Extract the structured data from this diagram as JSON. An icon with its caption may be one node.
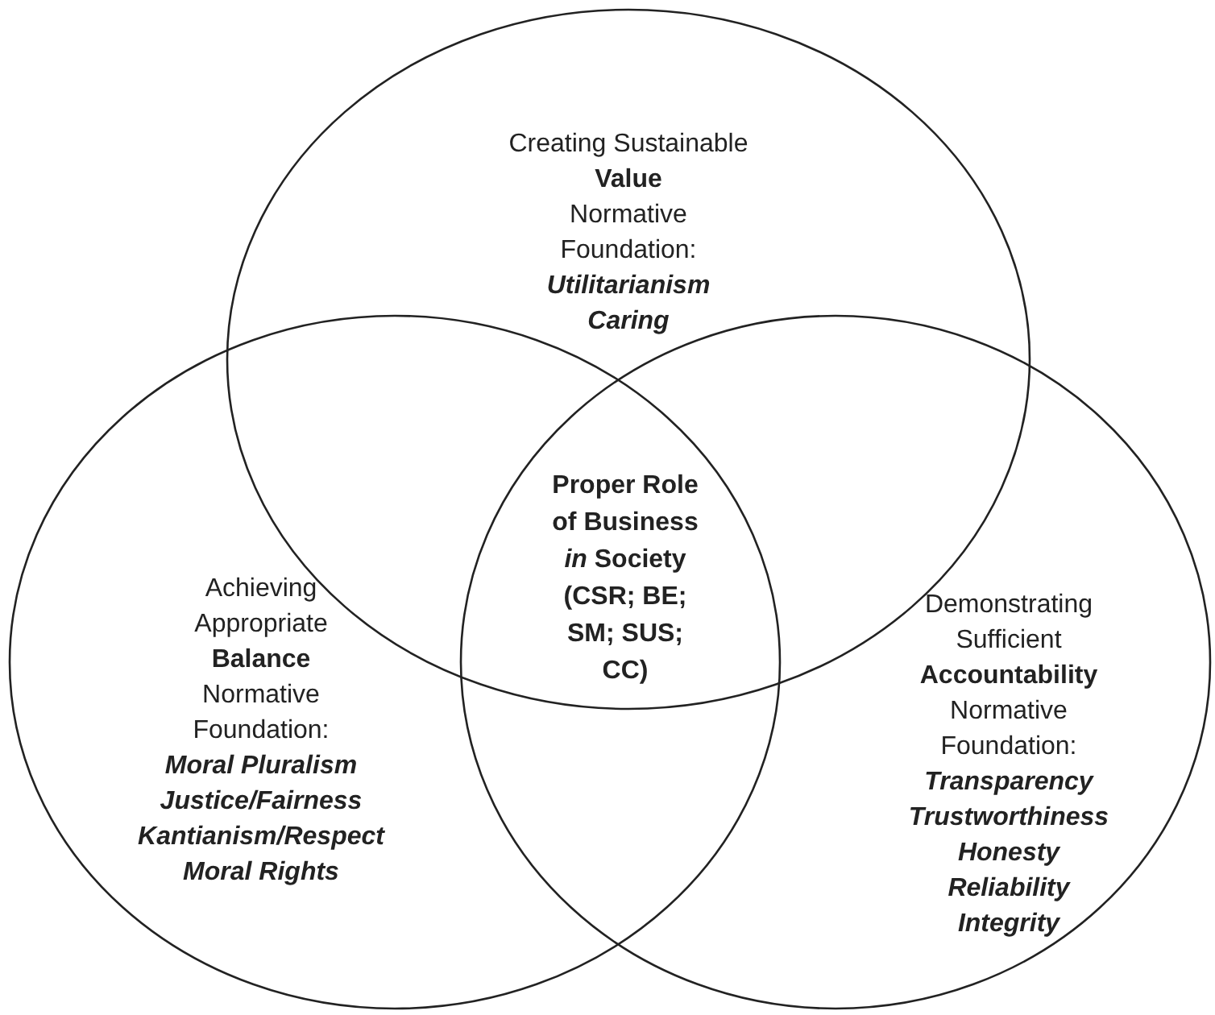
{
  "diagram": {
    "nodes": [
      {
        "text": [
          "Creating Sustainable",
          "Value",
          "Normative Foundation:",
          "Utilitarianism",
          "Caring"
        ]
      },
      {
        "text": [
          "Achieving Appropriate",
          "Balance",
          "Normative Foundation:",
          "Moral Pluralism",
          "Justice/Fairness",
          "Kantianism/Respect",
          "Moral Rights"
        ]
      },
      {
        "text": [
          "Demonstrating Sufficient",
          "Accountability",
          "Normative Foundation:",
          "Transparency",
          "Trustworthiness",
          "Honesty",
          "Reliability",
          "Integrity"
        ]
      }
    ],
    "labels": [
      "Proper Role of Business *in* Society (CSR; BE; SM; SUS; CC)"
    ]
  }
}
